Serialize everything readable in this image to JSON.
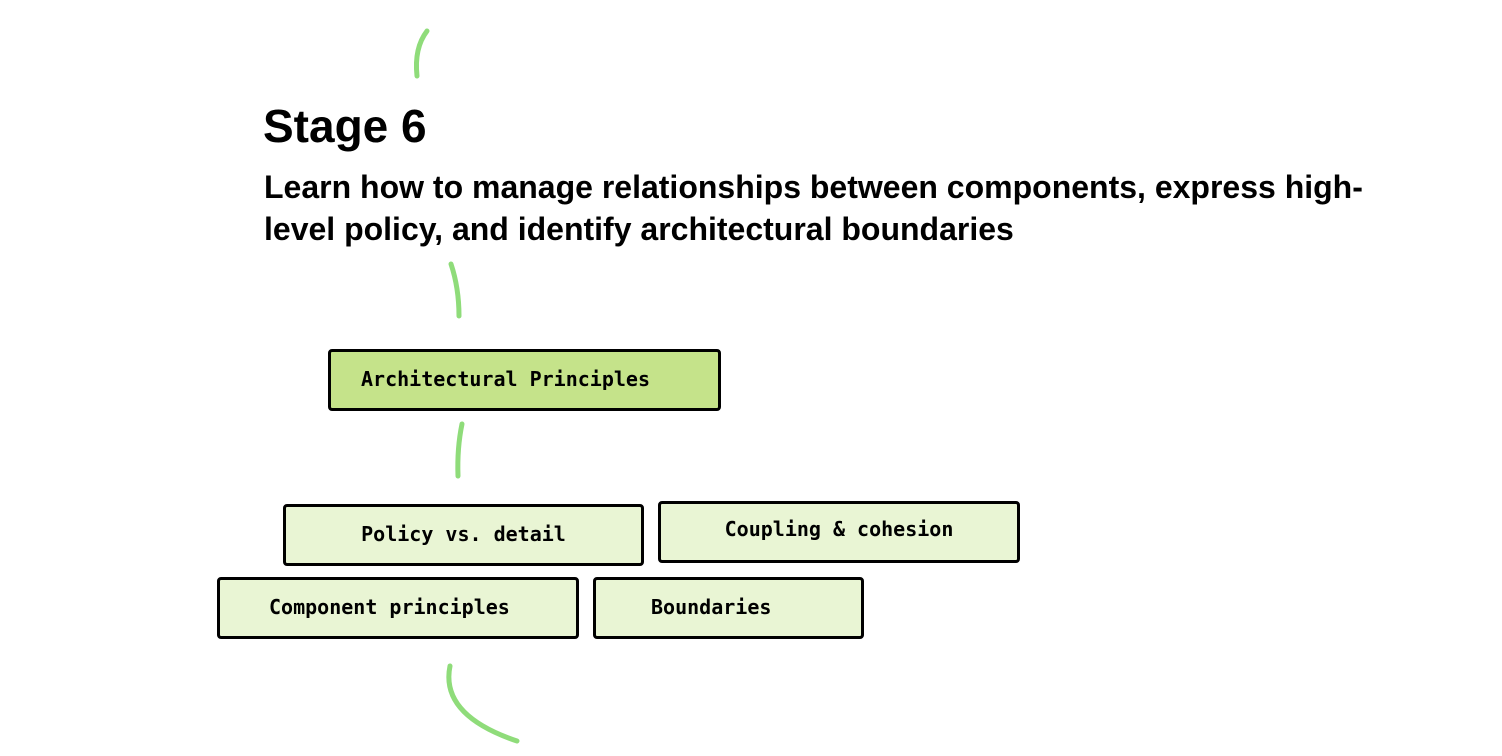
{
  "stage": {
    "title": "Stage 6",
    "subtitle": "Learn how to manage relationships between components, express high-level policy, and identify architectural boundaries"
  },
  "nodes": {
    "primary": "Architectural Principles",
    "policy_vs_detail": "Policy vs. detail",
    "coupling_cohesion": "Coupling & cohesion",
    "component_principles": "Component principles",
    "boundaries": "Boundaries"
  },
  "colors": {
    "connector": "#8fdc7a",
    "primary_node_fill": "#c5e38a",
    "secondary_node_fill": "#e9f5d4",
    "node_border": "#000000"
  }
}
